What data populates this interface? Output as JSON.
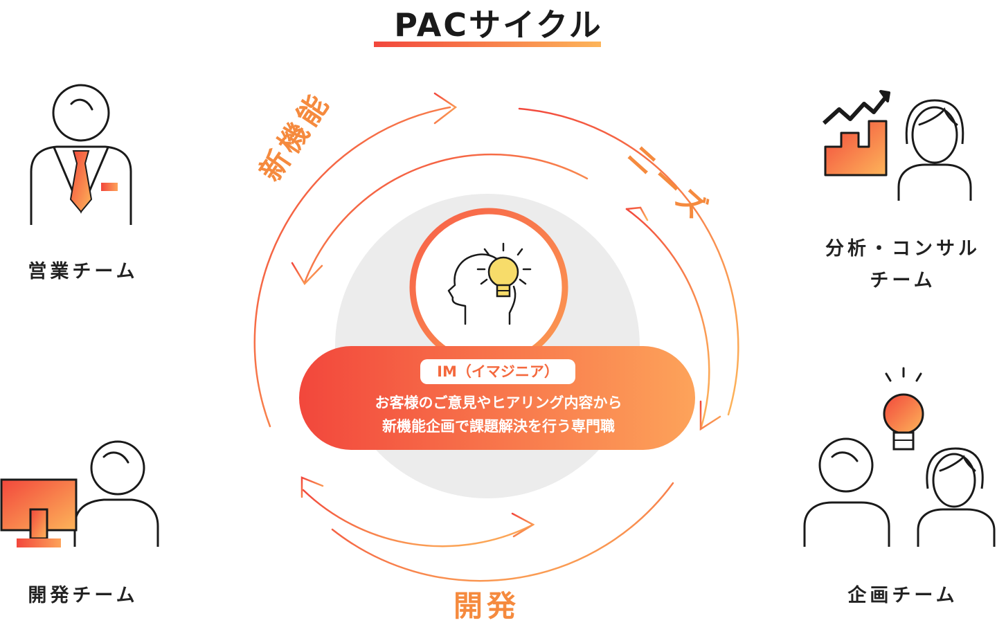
{
  "title": "PACサイクル",
  "teams": {
    "sales": "営業チーム",
    "analysis_line1": "分析・コンサル",
    "analysis_line2": "チーム",
    "development": "開発チーム",
    "planning": "企画チーム"
  },
  "cycle": {
    "new_features": "新機能",
    "needs": "ニーズ",
    "development": "開発"
  },
  "center": {
    "badge": "IM（イマジニア）",
    "description_line1": "お客様のご意見やヒアリング内容から",
    "description_line2": "新機能企画で課題解決を行う専門職"
  },
  "colors": {
    "gradient_start": "#f2473c",
    "gradient_end": "#fdb55a",
    "label_orange": "#f58a3e",
    "bulb_yellow": "#f7dc6a"
  }
}
